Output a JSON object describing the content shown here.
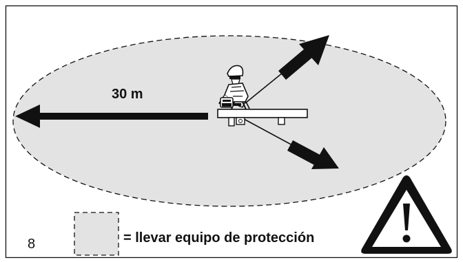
{
  "figure": {
    "number": "8",
    "distance_label": "30 m",
    "legend_text": "= llevar equipo de protección",
    "colors": {
      "zone_fill": "#e3e3e3",
      "ink": "#111111",
      "background": "#ffffff"
    },
    "icons": [
      "worker-icon",
      "chainsaw-icon",
      "warning-icon",
      "arrow-icon"
    ]
  }
}
